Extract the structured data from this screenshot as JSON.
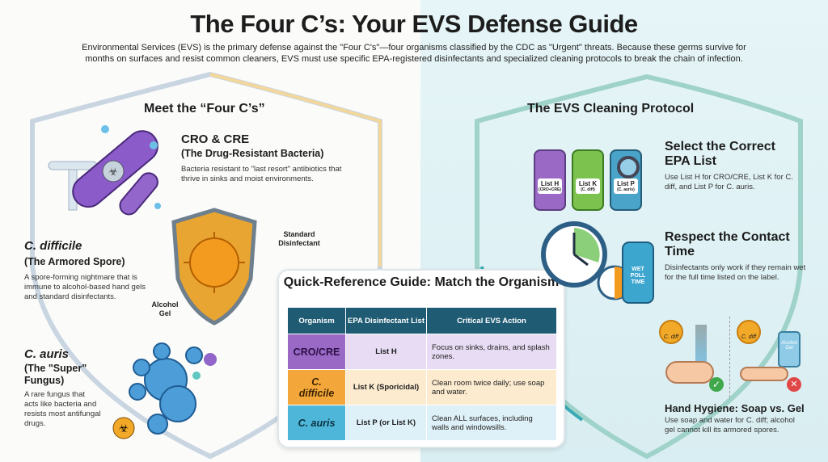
{
  "title": "The Four C’s: Your EVS Defense Guide",
  "intro": "Environmental Services (EVS) is the primary defense against the \"Four C's\"—four organisms classified by the CDC as \"Urgent\" threats. Because these germs survive for months on surfaces and resist common cleaners, EVS must use specific EPA-registered disinfectants and specialized cleaning protocols to break the chain of infection.",
  "left": {
    "heading": "Meet the “Four C’s”",
    "organisms": [
      {
        "name": "CRO & CRE",
        "subtitle": "(The Drug-Resistant Bacteria)",
        "desc": "Bacteria resistant to \"last resort\" antibiotics that thrive in sinks and moist environments."
      },
      {
        "name": "C. difficile",
        "subtitle": "(The Armored Spore)",
        "desc": "A spore-forming nightmare that is immune to alcohol-based hand gels and standard disinfectants."
      },
      {
        "name": "C. auris",
        "subtitle": "(The \"Super\" Fungus)",
        "desc": "A rare fungus that acts like bacteria and resists most antifungal drugs."
      }
    ],
    "shield_labels": {
      "standard": "Standard Disinfectant",
      "alcohol": "Alcohol Gel"
    }
  },
  "table": {
    "title": "Quick-Reference Guide: Match the Organism",
    "headers": [
      "Organism",
      "EPA Disinfectant List",
      "Critical EVS Action"
    ],
    "rows": [
      {
        "organism": "CRO/CRE",
        "list": "List H",
        "action": "Focus on sinks, drains, and splash zones.",
        "color": "#9a69c6"
      },
      {
        "organism": "C. difficile",
        "list": "List K (Sporicidal)",
        "action": "Clean room twice daily; use soap and water.",
        "color": "#f3a73b"
      },
      {
        "organism": "C. auris",
        "list": "List P (or List K)",
        "action": "Clean ALL surfaces, including walls and windowsills.",
        "color": "#4eb7d9"
      }
    ]
  },
  "right": {
    "heading": "The EVS Cleaning Protocol",
    "bottles": [
      {
        "label": "List H",
        "sub": "(CRO+CRE)",
        "color": "#9a69c6"
      },
      {
        "label": "List K",
        "sub": "(C. diff)",
        "color": "#7cc24f"
      },
      {
        "label": "List P",
        "sub": "(C. auris)",
        "color": "#4aa3c8"
      }
    ],
    "steps": [
      {
        "title": "Select the Correct EPA List",
        "desc": "Use List H for CRO/CRE, List K for C. diff, and List P for C. auris."
      },
      {
        "title": "Respect the Contact Time",
        "desc": "Disinfectants only work if they remain wet for the full time listed on the label."
      },
      {
        "title": "Hand Hygiene: Soap vs. Gel",
        "desc": "Use soap and water for C. diff; alcohol gel cannot kill its armored spores."
      }
    ],
    "spray_label": "WET POLL TIME",
    "badge_label": "C. diff",
    "gel_label": "Alcohol Gel"
  }
}
